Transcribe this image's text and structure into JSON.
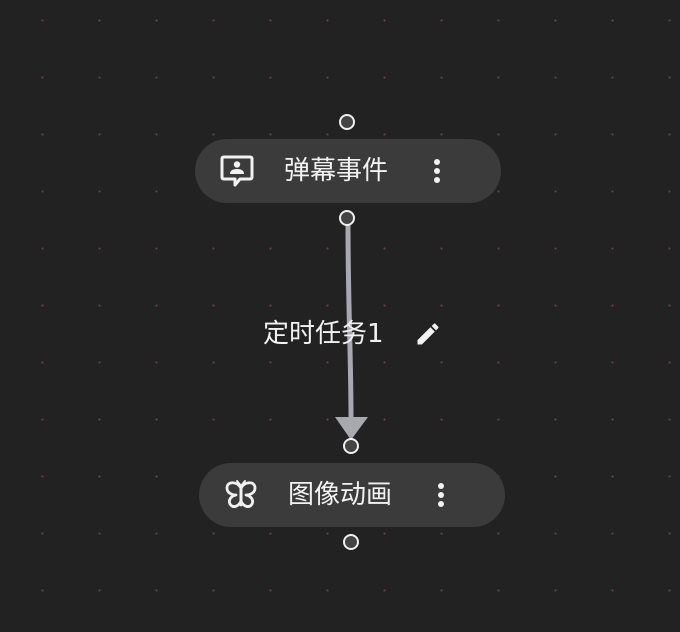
{
  "nodes": {
    "danmaku": {
      "label": "弹幕事件",
      "icon": "danmaku-chat-icon"
    },
    "animation": {
      "label": "图像动画",
      "icon": "butterfly-icon"
    }
  },
  "edge": {
    "label": "定时任务1",
    "edit_icon": "pencil-icon"
  },
  "colors": {
    "background": "#222222",
    "grid_dot": "#7a3a55",
    "node_bg": "#3b3b3b",
    "text": "#f2f2f2",
    "edge": "#a8a8b0",
    "port_border": "#f0f0f0"
  }
}
